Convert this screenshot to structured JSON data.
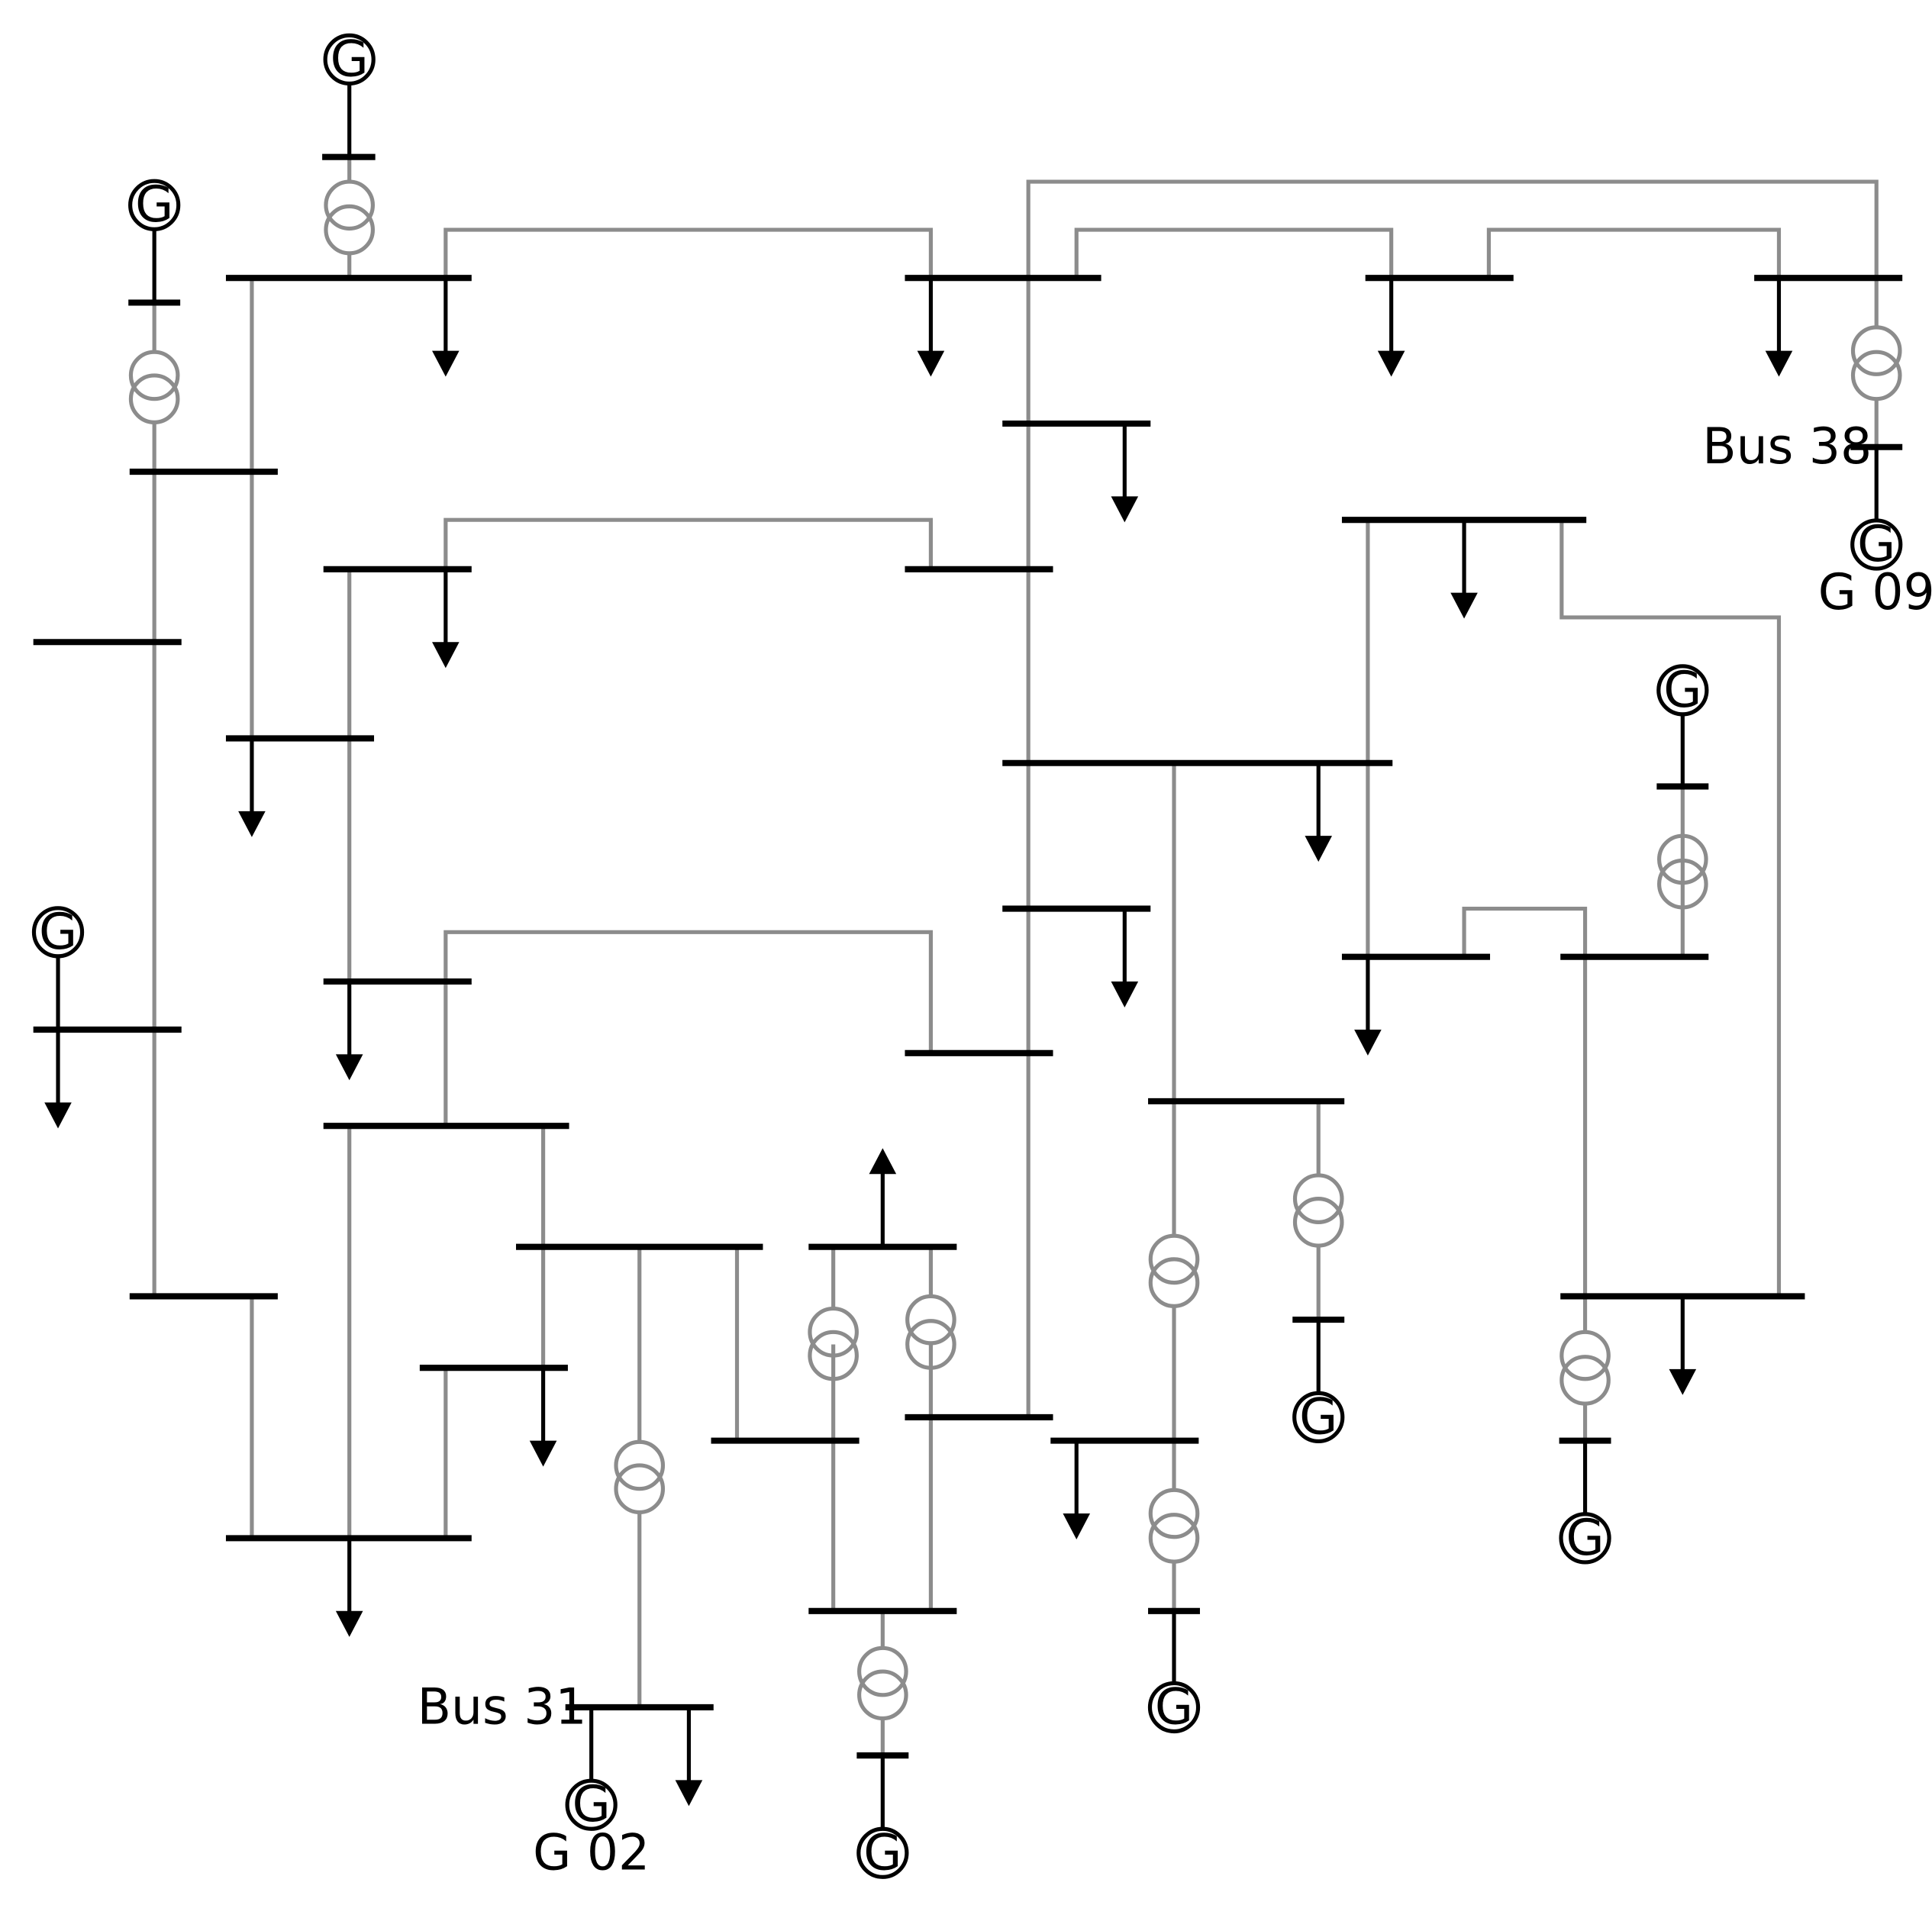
{
  "colors": {
    "line": "#8c8c8c",
    "bus": "#000000",
    "background": "#ffffff"
  },
  "icons": {
    "generator": "generator-icon",
    "transformer": "transformer-icon",
    "load": "load-arrow-icon"
  },
  "labels": {
    "bus31": "Bus 31",
    "bus38": "Bus 38",
    "g02": "G 02",
    "g09": "G 09"
  },
  "generator_symbol": "G"
}
